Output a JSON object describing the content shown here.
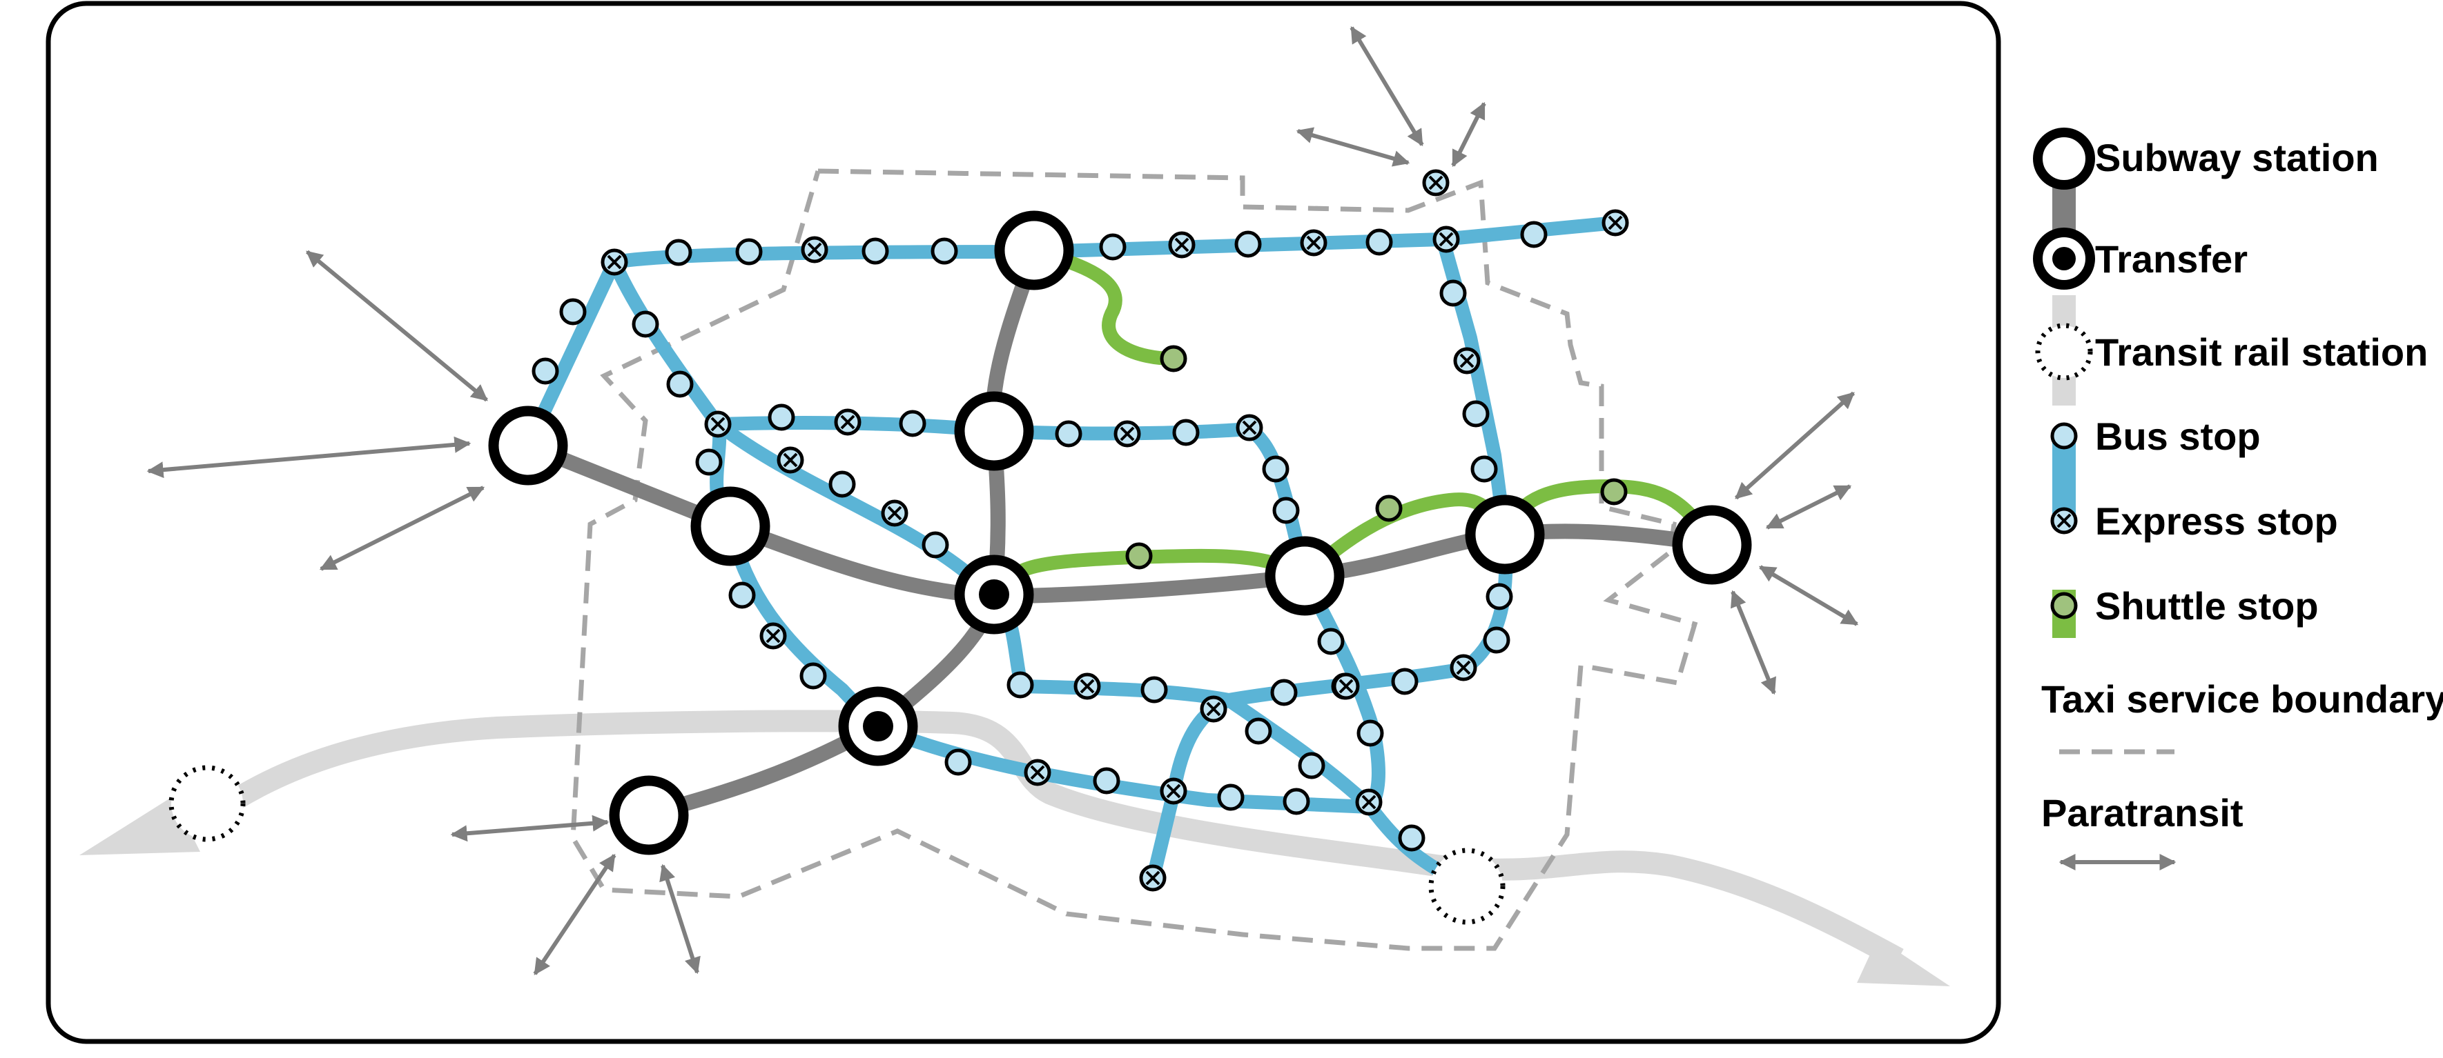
{
  "legend": {
    "subway_station": "Subway station",
    "transfer": "Transfer",
    "transit_rail_station": "Transit rail station",
    "bus_stop": "Bus stop",
    "express_stop": "Express stop",
    "shuttle_stop": "Shuttle stop",
    "taxi_service_boundary": "Taxi service boundary",
    "paratransit": "Paratransit"
  },
  "colors": {
    "subway_line": "#7f7f7f",
    "rail_line": "#d9d9d9",
    "bus_line": "#5bb4d6",
    "bus_stop_fill": "#bfe3f2",
    "shuttle_line": "#7cbd43",
    "shuttle_stop_fill": "#9fc27e",
    "taxi_boundary": "#a6a6a6",
    "paratransit_arrow": "#7f7f7f",
    "frame": "#000000"
  }
}
